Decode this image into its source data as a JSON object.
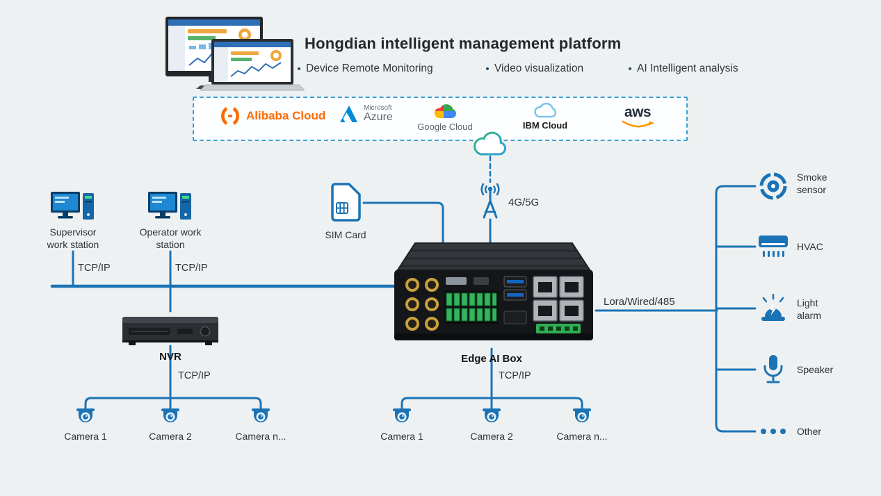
{
  "colors": {
    "accent_blue": "#1a73b5",
    "dashed_border_blue": "#3aa0d8",
    "alibaba_orange": "#ff6a00",
    "azure_blue": "#0089d6",
    "aws_orange": "#ff9900",
    "device_black": "#141619",
    "terminal_green": "#34b45c"
  },
  "header": {
    "title": "Hongdian intelligent management platform",
    "features": [
      {
        "label": "Device Remote Monitoring"
      },
      {
        "label": "Video visualization"
      },
      {
        "label": "AI Intelligent analysis"
      }
    ]
  },
  "cloud_providers": {
    "alibaba": "Alibaba Cloud",
    "microsoft": "Microsoft",
    "azure": "Azure",
    "google": "Google Cloud",
    "ibm": "IBM Cloud",
    "aws": "aws"
  },
  "links": {
    "cellular": "4G/5G",
    "tcpip": "TCP/IP",
    "fieldbus": "Lora/Wired/485"
  },
  "nodes": {
    "supervisor": "Supervisor work station",
    "operator": "Operator work station",
    "sim": "SIM Card",
    "nvr": "NVR",
    "edge": "Edge AI Box"
  },
  "cameras": [
    "Camera 1",
    "Camera 2",
    "Camera n..."
  ],
  "peripherals": [
    {
      "label": "Smoke sensor"
    },
    {
      "label": "HVAC"
    },
    {
      "label": "Light alarm"
    },
    {
      "label": "Speaker"
    },
    {
      "label": "Other"
    }
  ],
  "icons": {
    "platform": "desktop-and-laptop-dashboards",
    "cloud": "cloud",
    "antenna": "cellular-antenna",
    "sim": "sim-card",
    "workstation": "desktop-computer",
    "camera": "dome-camera",
    "smoke": "smoke-sensor",
    "hvac": "air-conditioner",
    "light": "siren-light",
    "speaker": "microphone",
    "other": "ellipsis-dots"
  }
}
